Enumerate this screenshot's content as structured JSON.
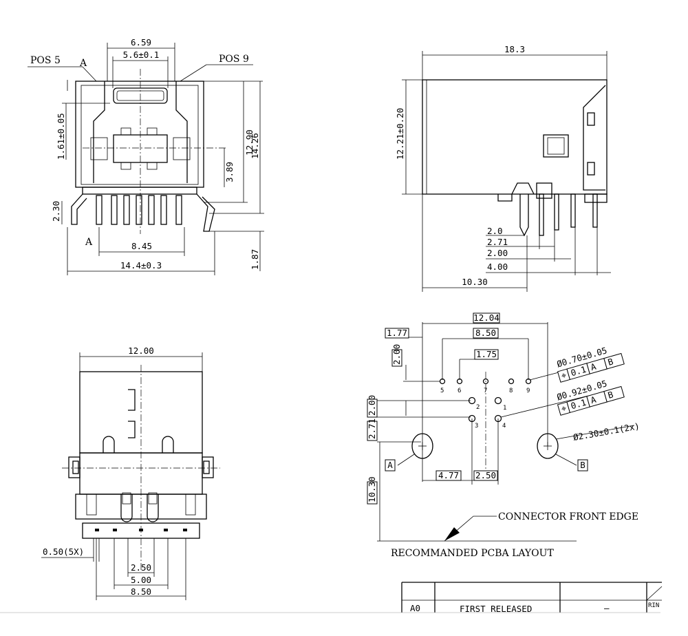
{
  "front_view": {
    "pos5": "POS 5",
    "pos9": "POS 9",
    "section_a_top": "A",
    "section_a_bottom": "A",
    "dim_top_outer": "6.59",
    "dim_top_inner": "5.6±0.1",
    "dim_left_vertical": "1.61±0.05",
    "dim_3_89": "3.89",
    "dim_12_90": "12.90",
    "dim_14_26": "14.26",
    "dim_2_30": "2.30",
    "dim_8_45": "8.45",
    "dim_14_4": "14.4±0.3",
    "dim_1_87": "1.87"
  },
  "side_view": {
    "dim_18_3": "18.3",
    "dim_12_21": "12.21±0.20",
    "dim_2_0": "2.0",
    "dim_2_71": "2.71",
    "dim_2_00": "2.00",
    "dim_4_00": "4.00",
    "dim_10_30": "10.30"
  },
  "bottom_view": {
    "dim_12_00": "12.00",
    "dim_0_50": "0.50(5X)",
    "dim_2_50": "2.50",
    "dim_5_00": "5.00",
    "dim_8_50": "8.50"
  },
  "pcb_layout": {
    "dim_12_04": "12.04",
    "dim_1_77": "1.77",
    "dim_8_50": "8.50",
    "dim_1_75": "1.75",
    "dim_2_00_a": "2.00",
    "dim_2_00_b": "2.00",
    "dim_2_71": "2.71",
    "dim_10_30": "10.30",
    "dim_4_77": "4.77",
    "dim_2_50": "2.50",
    "hole_small": "Ø0.70±0.05",
    "hole_mid": "Ø0.92±0.05",
    "hole_big": "Ø2.30±0.1(2x)",
    "fcf_tol": "0.1",
    "fcf_a": "A",
    "fcf_b": "B",
    "datum_a": "A",
    "datum_b": "B",
    "pin_5": "5",
    "pin_6": "6",
    "pin_7": "7",
    "pin_8": "8",
    "pin_9": "9",
    "pin_1": "1",
    "pin_2": "2",
    "pin_3": "3",
    "pin_4": "4",
    "front_edge": "CONNECTOR FRONT EDGE",
    "title": "RECOMMANDED PCBA LAYOUT"
  },
  "revision_table": {
    "rev": "A0",
    "description": "FIRST RELEASED",
    "dash": "—",
    "cut": "RIN"
  }
}
